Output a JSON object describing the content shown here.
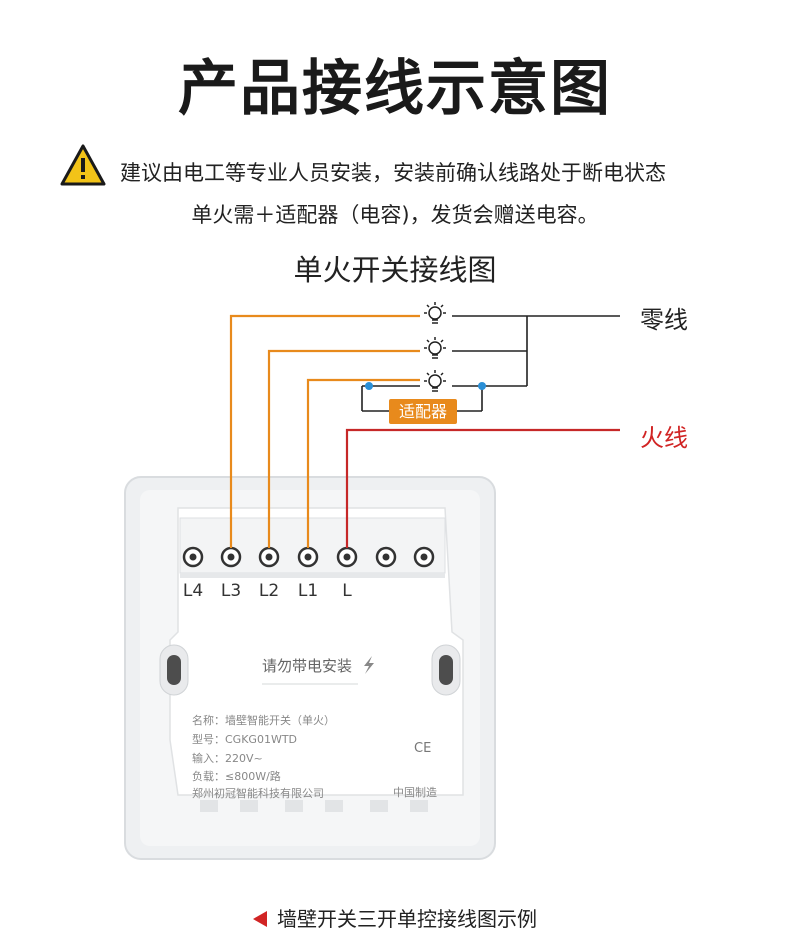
{
  "title": "产品接线示意图",
  "notice": {
    "line1": "建议由电工等专业人员安装，安装前确认线路处于断电状态",
    "line2": "单火需＋适配器（电容)，发货会赠送电容。"
  },
  "subtitle": "单火开关接线图",
  "wires": {
    "neutral": "零线",
    "live": "火线"
  },
  "adapter": "适配器",
  "terminals": [
    "L4",
    "L3",
    "L2",
    "L1",
    "L"
  ],
  "plate": {
    "warning": "请勿带电安装",
    "name": "名称：墙壁智能开关（单火）",
    "model": "型号：CGKG01WTD",
    "input": "输入：220V~",
    "load": "负载：≤800W/路",
    "company": "郑州初冠智能科技有限公司",
    "made_in": "中国制造",
    "ce": "CE"
  },
  "footer": "墙壁开关三开单控接线图示例",
  "colors": {
    "orange_wire": "#e88a1c",
    "live_wire": "#c62828",
    "neutral_wire": "#222222",
    "adapter_dot": "#2a8fd6"
  }
}
